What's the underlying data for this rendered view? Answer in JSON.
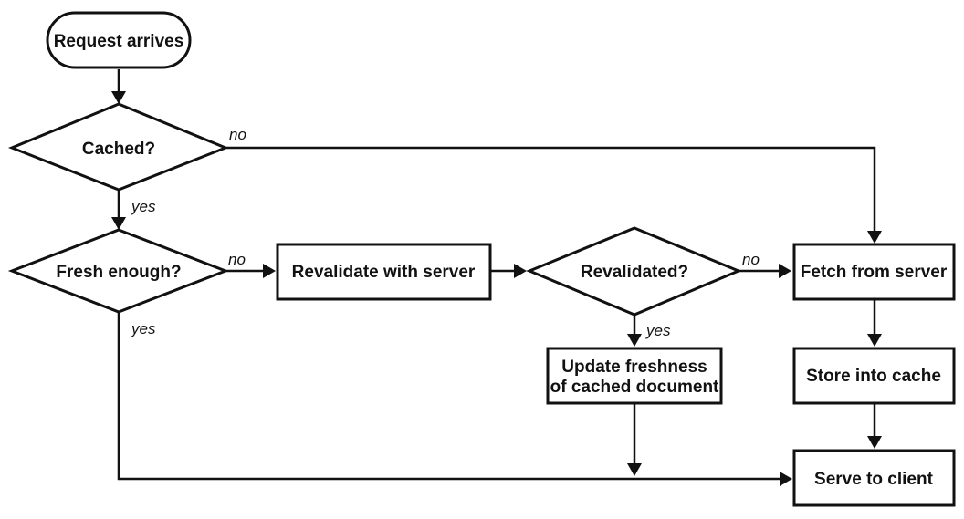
{
  "nodes": {
    "start": "Request arrives",
    "cached": "Cached?",
    "fresh": "Fresh enough?",
    "revalidate": "Revalidate with server",
    "revalidated": "Revalidated?",
    "fetch": "Fetch from server",
    "update_line1": "Update freshness",
    "update_line2": "of cached document",
    "store": "Store into cache",
    "serve": "Serve to client"
  },
  "edge_labels": {
    "cached_no": "no",
    "cached_yes": "yes",
    "fresh_no": "no",
    "fresh_yes": "yes",
    "revalidated_no": "no",
    "revalidated_yes": "yes"
  }
}
